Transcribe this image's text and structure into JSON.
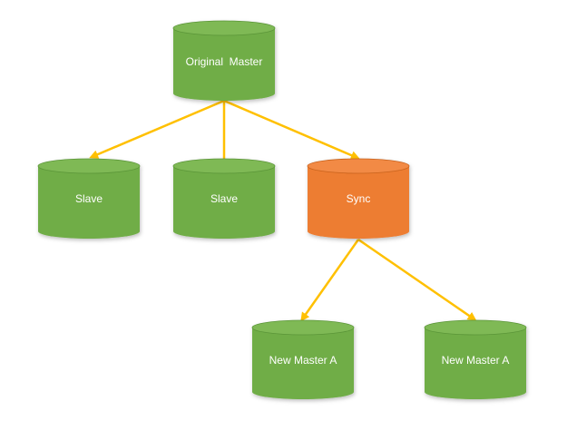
{
  "nodes": {
    "original": {
      "label": "Original  Master"
    },
    "slave1": {
      "label": "Slave"
    },
    "slave2": {
      "label": "Slave"
    },
    "sync": {
      "label": "Sync"
    },
    "new_a1": {
      "label": "New Master A"
    },
    "new_a2": {
      "label": "New Master A"
    }
  },
  "colors": {
    "db_green": "#70ad47",
    "db_green_top": "#7fb954",
    "db_green_edge": "#5a9538",
    "db_orange": "#ed7d31",
    "db_orange_top": "#f28a44",
    "db_orange_edge": "#c8621d",
    "arrow": "#ffc000",
    "label": "#ffffff"
  }
}
